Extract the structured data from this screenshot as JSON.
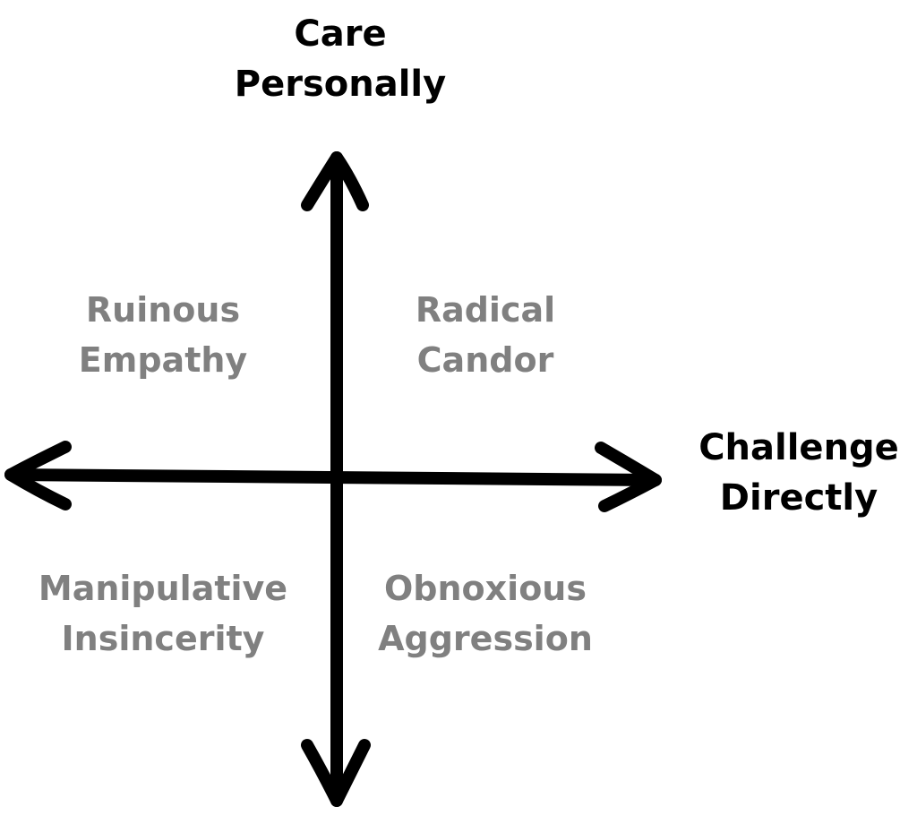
{
  "colors": {
    "axis": "#000000",
    "axis_label": "#000000",
    "quadrant_label": "#808080",
    "background": "#ffffff"
  },
  "axes": {
    "vertical": {
      "line1": "Care",
      "line2": "Personally"
    },
    "horizontal": {
      "line1": "Challenge",
      "line2": "Directly"
    }
  },
  "quadrants": {
    "top_left": {
      "line1": "Ruinous",
      "line2": "Empathy"
    },
    "top_right": {
      "line1": "Radical",
      "line2": "Candor"
    },
    "bottom_left": {
      "line1": "Manipulative",
      "line2": "Insincerity"
    },
    "bottom_right": {
      "line1": "Obnoxious",
      "line2": "Aggression"
    }
  }
}
